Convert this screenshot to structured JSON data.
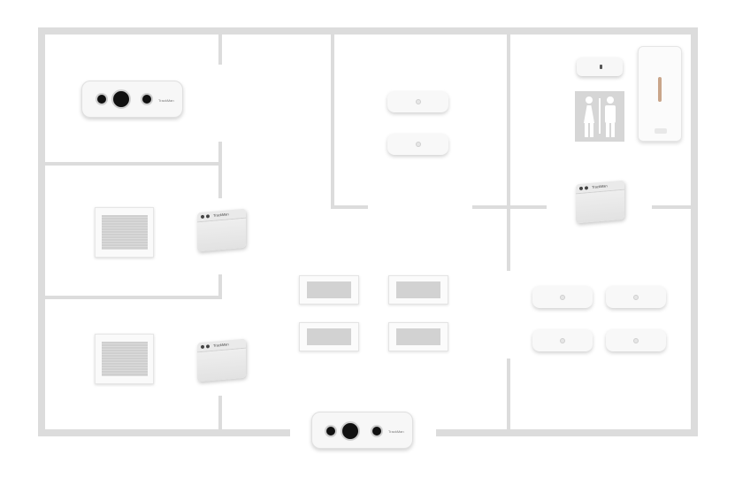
{
  "floorplan": {
    "devices": [
      {
        "type": "stereo-camera",
        "brand": "TrackMan"
      },
      {
        "type": "stereo-camera",
        "brand": "TrackMan"
      },
      {
        "type": "gateway",
        "brand": "TrackMan"
      },
      {
        "type": "gateway",
        "brand": "TrackMan"
      },
      {
        "type": "gateway",
        "brand": "TrackMan"
      },
      {
        "type": "restroom-sign",
        "icons": [
          "woman-icon",
          "man-icon"
        ]
      }
    ]
  }
}
